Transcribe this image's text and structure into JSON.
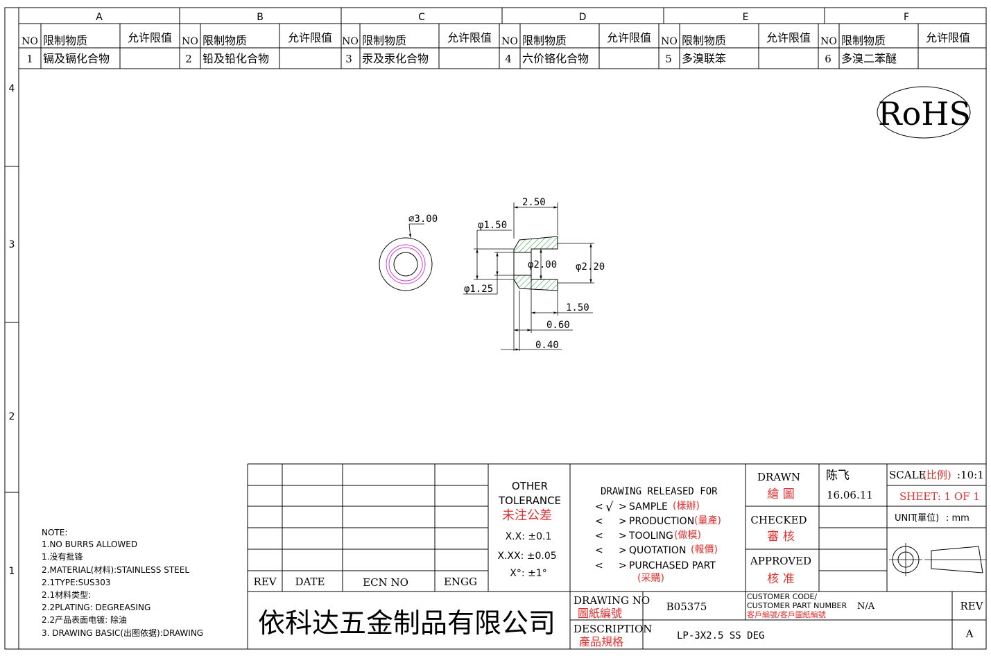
{
  "zones_columns": [
    "A",
    "B",
    "C",
    "D",
    "E",
    "F"
  ],
  "zones_rows": [
    "4",
    "3",
    "2",
    "1"
  ],
  "restricted_table": {
    "headers": {
      "no": "NO",
      "substance": "限制物质",
      "limit": "允许限值"
    },
    "rows": [
      {
        "no": "1",
        "substance": "镉及镉化合物",
        "limit": ""
      },
      {
        "no": "2",
        "substance": "铅及铅化合物",
        "limit": ""
      },
      {
        "no": "3",
        "substance": "汞及汞化合物",
        "limit": ""
      },
      {
        "no": "4",
        "substance": "六价铬化合物",
        "limit": ""
      },
      {
        "no": "5",
        "substance": "多溴联笨",
        "limit": ""
      },
      {
        "no": "6",
        "substance": "多溴二苯醚",
        "limit": ""
      }
    ]
  },
  "rohs_mark": "RoHS",
  "dimensions": {
    "front_dia": "∅3.00",
    "flange_len": "2.50",
    "dia_150": "φ1.50",
    "dia_200": "φ2.00",
    "dia_220": "φ2.20",
    "dia_125": "φ1.25",
    "len_150": "1.50",
    "len_060": "0.60",
    "len_040": "0.40"
  },
  "notes": [
    "NOTE:",
    "1.NO BURRS ALLOWED",
    "1.没有批锋",
    "2.MATERIAL(材料):STAINLESS STEEL",
    "2.1TYPE:SUS303",
    "2.1材料类型:",
    "2.2PLATING: DEGREASING",
    "2.2产品表面电镀: 除油",
    "3. DRAWING BASIC(出图依据):DRAWING"
  ],
  "revision_table": {
    "rev": "REV",
    "date": "DATE",
    "ecn": "ECN NO",
    "engg": "ENGG"
  },
  "tolerance": {
    "title1": "OTHER",
    "title2": "TOLERANCE",
    "title_cn": "未注公差",
    "xx": "X.X: ±0.1",
    "xxx": "X.XX: ±0.05",
    "angle": "X°: ±1°"
  },
  "release": {
    "title": "DRAWING RELEASED FOR",
    "check": "√",
    "items": [
      {
        "en": "SAMPLE",
        "cn": "(樣辦)"
      },
      {
        "en": "PRODUCTION",
        "cn": "(量產)"
      },
      {
        "en": "TOOLING",
        "cn": "(做模)"
      },
      {
        "en": "QUOTATION",
        "cn": "(報價)"
      },
      {
        "en": "PURCHASED PART",
        "cn": "(采購)"
      }
    ]
  },
  "title_block": {
    "drawn_en": "DRAWN",
    "drawn_cn": "繪 圖",
    "drawn_by": "陈飞",
    "date": "16.06.11",
    "checked_en": "CHECKED",
    "checked_cn": "審 核",
    "approved_en": "APPROVED",
    "approved_cn": "核 准",
    "scale_en": "SCALE",
    "scale_cn": "(比例)",
    "scale_val": ":10:1",
    "sheet": "SHEET:  1 OF 1",
    "unit_en": "UNIT",
    "unit_cn": "(單位)",
    "unit_val": ":  mm",
    "company": "依科达五金制品有限公司",
    "drawing_no_en": "DRAWING NO",
    "drawing_no_cn": "圖紙編號",
    "drawing_no": "B05375",
    "customer_code_en1": "CUSTOMER CODE/",
    "customer_code_en2": "CUSTOMER PART NUMBER",
    "customer_code_cn": "客戶編號/客戶圖紙編號",
    "customer_code": "N/A",
    "rev_label": "REV",
    "rev_val": "A",
    "description_en": "DESCRIPTION",
    "description_cn": "產品規格",
    "description": "LP-3X2.5 SS DEG"
  }
}
